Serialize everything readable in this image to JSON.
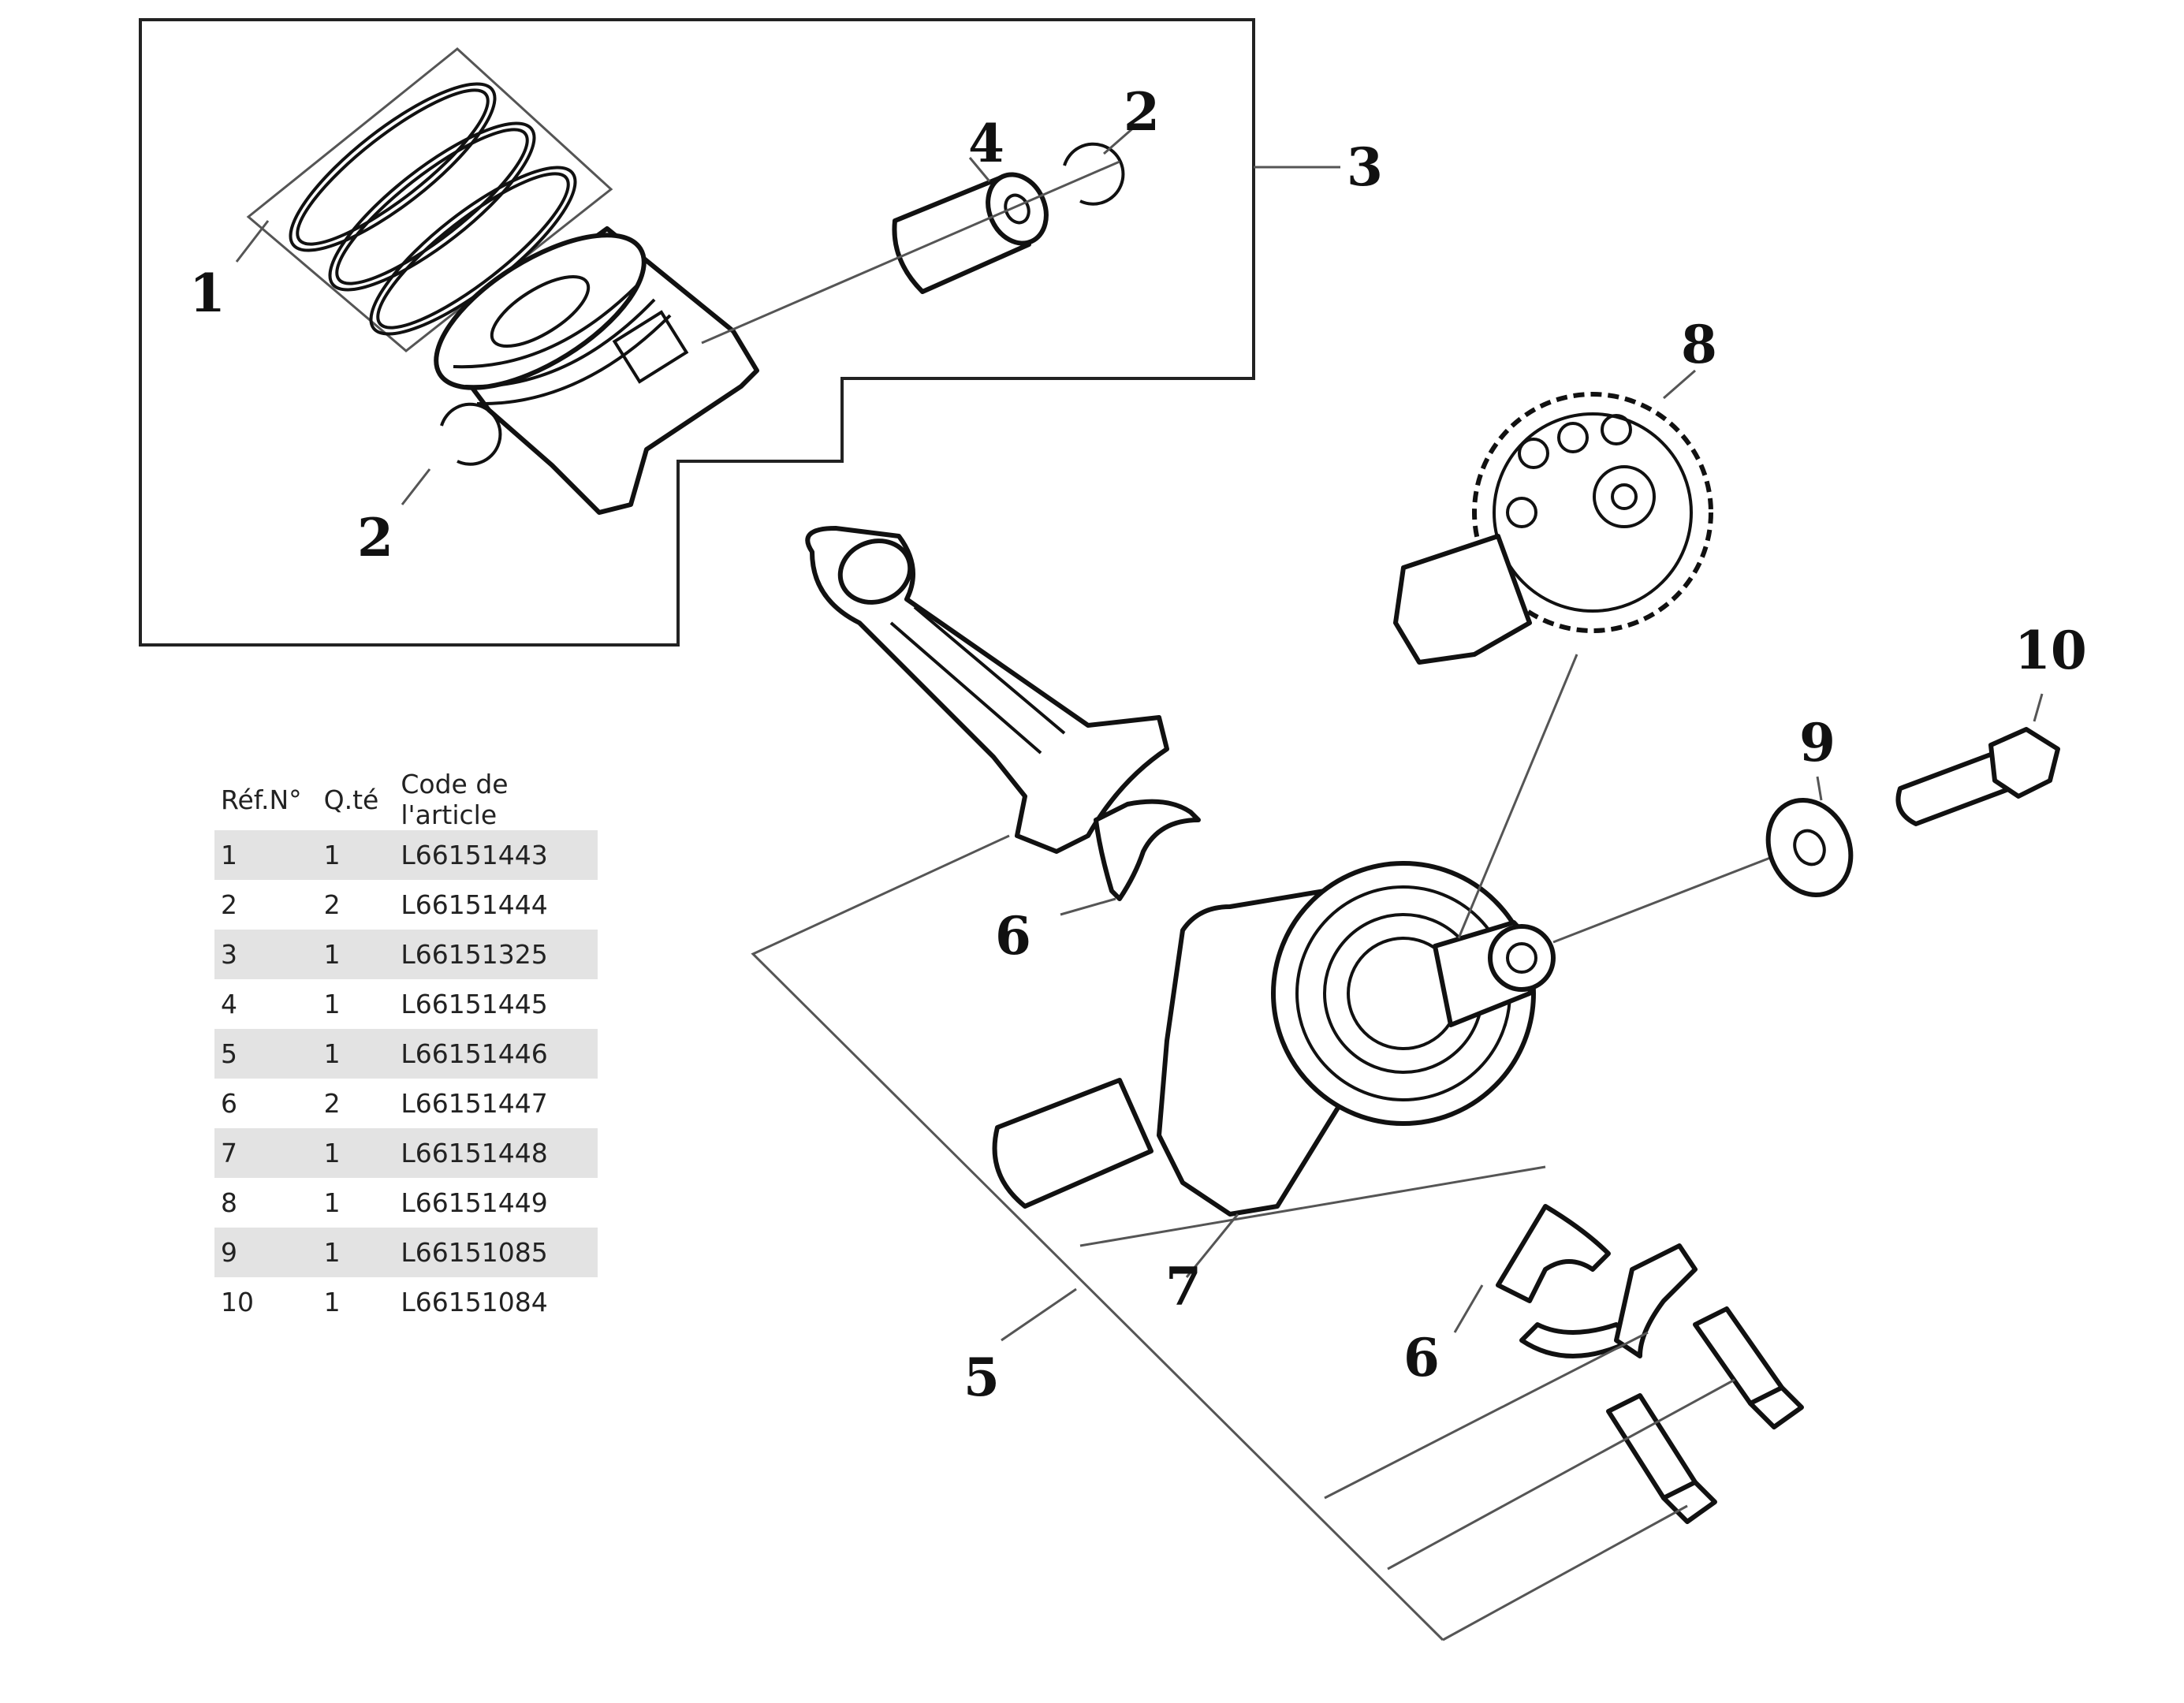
{
  "callouts": {
    "c1": "1",
    "c2_top": "2",
    "c2_bottom": "2",
    "c3": "3",
    "c4": "4",
    "c5": "5",
    "c6_upper": "6",
    "c6_lower": "6",
    "c7": "7",
    "c8": "8",
    "c9": "9",
    "c10": "10"
  },
  "table": {
    "headers": [
      "Réf.N°",
      "Q.té",
      "Code de l'article"
    ],
    "rows": [
      {
        "ref": "1",
        "qty": "1",
        "code": "L66151443"
      },
      {
        "ref": "2",
        "qty": "2",
        "code": "L66151444"
      },
      {
        "ref": "3",
        "qty": "1",
        "code": "L66151325"
      },
      {
        "ref": "4",
        "qty": "1",
        "code": "L66151445"
      },
      {
        "ref": "5",
        "qty": "1",
        "code": "L66151446"
      },
      {
        "ref": "6",
        "qty": "2",
        "code": "L66151447"
      },
      {
        "ref": "7",
        "qty": "1",
        "code": "L66151448"
      },
      {
        "ref": "8",
        "qty": "1",
        "code": "L66151449"
      },
      {
        "ref": "9",
        "qty": "1",
        "code": "L66151085"
      },
      {
        "ref": "10",
        "qty": "1",
        "code": "L66151084"
      }
    ]
  }
}
